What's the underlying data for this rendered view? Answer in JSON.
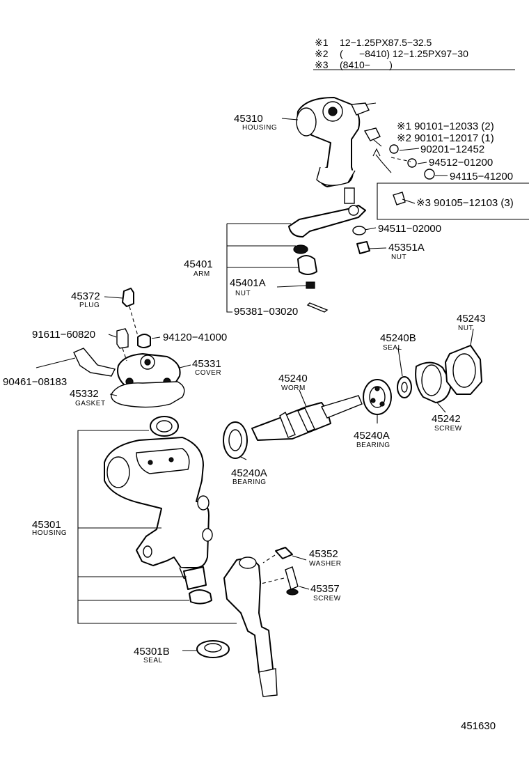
{
  "notes": {
    "line1": {
      "mark": "※1",
      "text": "12−1.25PX87.5−32.5"
    },
    "line2": {
      "mark": "※2",
      "text": "(      −8410) 12−1.25PX97−30"
    },
    "line3": {
      "mark": "※3",
      "text": "(8410−       )"
    }
  },
  "parts": {
    "p45310": {
      "number": "45310",
      "caption": "HOUSING"
    },
    "p90101a": {
      "number": "※1 90101−12033 (2)"
    },
    "p90101b": {
      "number": "※2 90101−12017 (1)"
    },
    "p90201": {
      "number": "90201−12452"
    },
    "p94512": {
      "number": "94512−01200"
    },
    "p94115": {
      "number": "94115−41200"
    },
    "p90105": {
      "number": "※3 90105−12103 (3)"
    },
    "p94511": {
      "number": "94511−02000"
    },
    "p45351A": {
      "number": "45351A",
      "caption": "NUT"
    },
    "p45401": {
      "number": "45401",
      "caption": "ARM"
    },
    "p45401A": {
      "number": "45401A",
      "caption": "NUT"
    },
    "p95381": {
      "number": "95381−03020"
    },
    "p45372": {
      "number": "45372",
      "caption": "PLUG"
    },
    "p91611": {
      "number": "91611−60820"
    },
    "p94120": {
      "number": "94120−41000"
    },
    "p90461": {
      "number": "90461−08183"
    },
    "p45331": {
      "number": "45331",
      "caption": "COVER"
    },
    "p45332": {
      "number": "45332",
      "caption": "GASKET"
    },
    "p45240": {
      "number": "45240",
      "caption": "WORM"
    },
    "p45240B": {
      "number": "45240B",
      "caption": "SEAL"
    },
    "p45243": {
      "number": "45243",
      "caption": "NUT"
    },
    "p45240A_left": {
      "number": "45240A",
      "caption": "BEARING"
    },
    "p45240A_right": {
      "number": "45240A",
      "caption": "BEARING"
    },
    "p45242": {
      "number": "45242",
      "caption": "SCREW"
    },
    "p45301": {
      "number": "45301",
      "caption": "HOUSING"
    },
    "p45352": {
      "number": "45352",
      "caption": "WASHER"
    },
    "p45357": {
      "number": "45357",
      "caption": "SCREW"
    },
    "p45301B": {
      "number": "45301B",
      "caption": "SEAL"
    }
  },
  "diagram_id": "451630"
}
